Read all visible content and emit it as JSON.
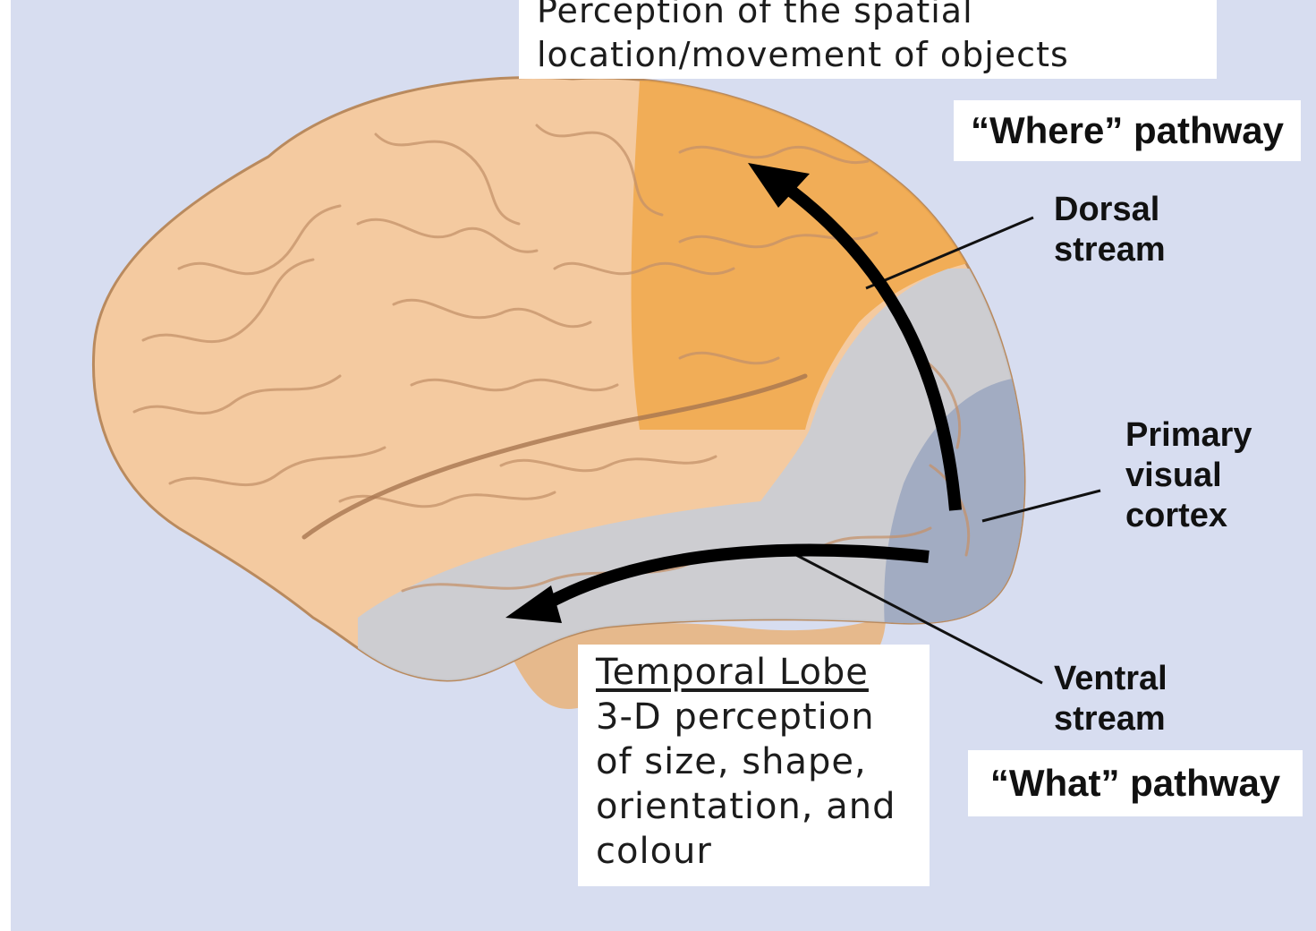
{
  "parietal_box": {
    "line1": "Perception of the spatial",
    "line2": "location/movement of objects"
  },
  "where_tag": "“Where” pathway",
  "dorsal_label": {
    "line1": "Dorsal",
    "line2": "stream"
  },
  "visual_label": {
    "line1": "Primary",
    "line2": "visual",
    "line3": "cortex"
  },
  "ventral_label": {
    "line1": "Ventral",
    "line2": "stream"
  },
  "what_tag": "“What” pathway",
  "temporal_box": {
    "title": "Temporal Lobe",
    "line1": "3-D perception",
    "line2": "of size, shape,",
    "line3": "orientation, and",
    "line4": "colour"
  },
  "colors": {
    "background": "#d7ddf0",
    "brain": "#f4caa0",
    "dorsal_region": "#f0a84a",
    "ventral_region": "#c9cdd6",
    "visual_cortex": "#9aa6bf",
    "arrow": "#000000"
  }
}
